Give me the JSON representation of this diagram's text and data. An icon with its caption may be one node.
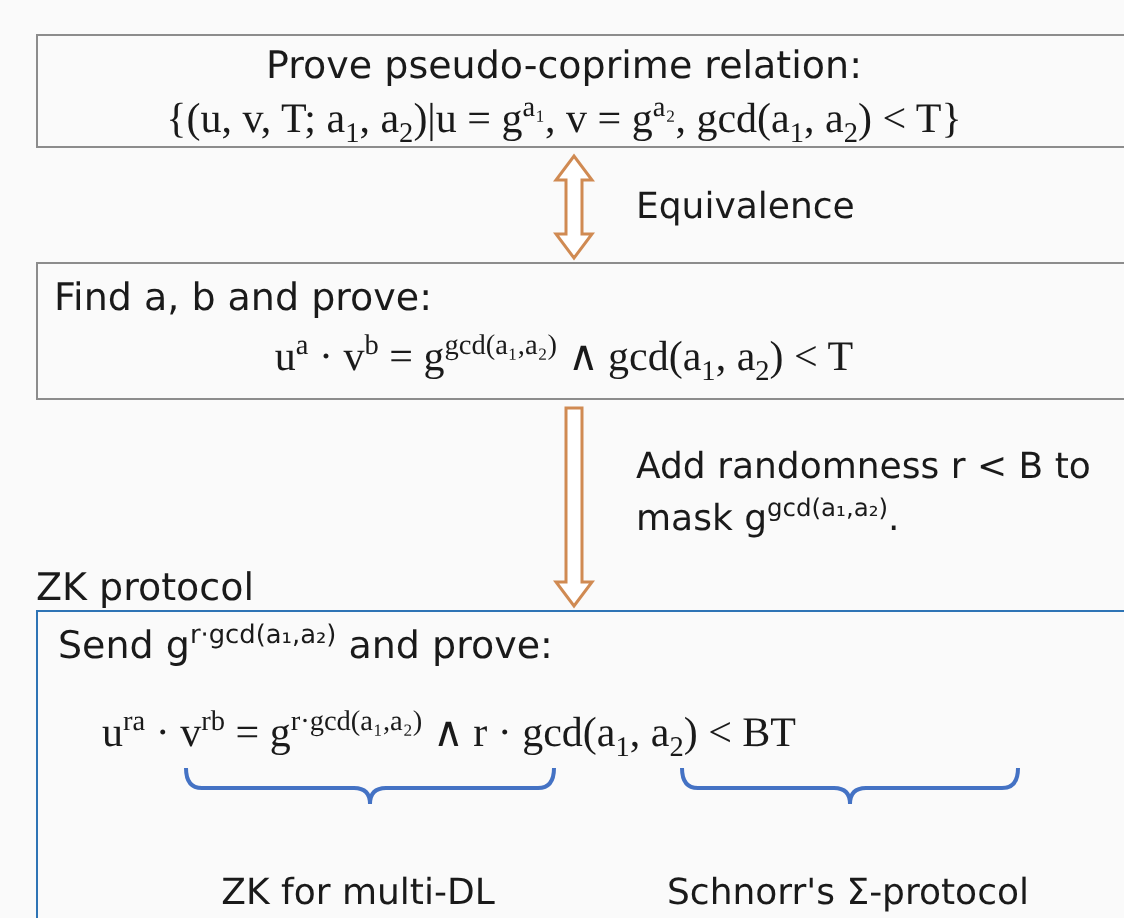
{
  "diagram": {
    "nodes": [
      {
        "text": [
          "Prove pseudo-coprime relation:",
          "{(u, v, T; a$_{1}$, a$_{2}$)|u = g$^{a₁}$, v = g$^{a₂}$, gcd(a$_{1}$, a$_{2}$) < T}"
        ]
      },
      {
        "text": [
          "Find a, b and prove:",
          "u$^{a}$ · v$^{b}$ = g$^{gcd(a₁,a₂)}$ ∧ gcd(a$_{1}$, a$_{2}$) < T"
        ]
      },
      {
        "text": [
          "ZK protocol",
          "Send g$^{r·gcd(a₁,a₂)}$ and prove:",
          "u$^{ra}$ · v$^{rb}$ = g$^{r·gcd(a₁,a₂)}$ ∧ r · gcd(a$_{1}$, a$_{2}$) < BT",
          "ZK for multi-DL",
          "Schnorr's Σ-protocol"
        ]
      }
    ],
    "edges": [
      {
        "from": 0,
        "to": 1,
        "arrow": "both",
        "label": "Equivalence"
      },
      {
        "from": 1,
        "to": 2,
        "arrow": "to",
        "label": "Add randomness r < B to mask g$^{gcd(a₁,a₂)}$."
      }
    ]
  }
}
